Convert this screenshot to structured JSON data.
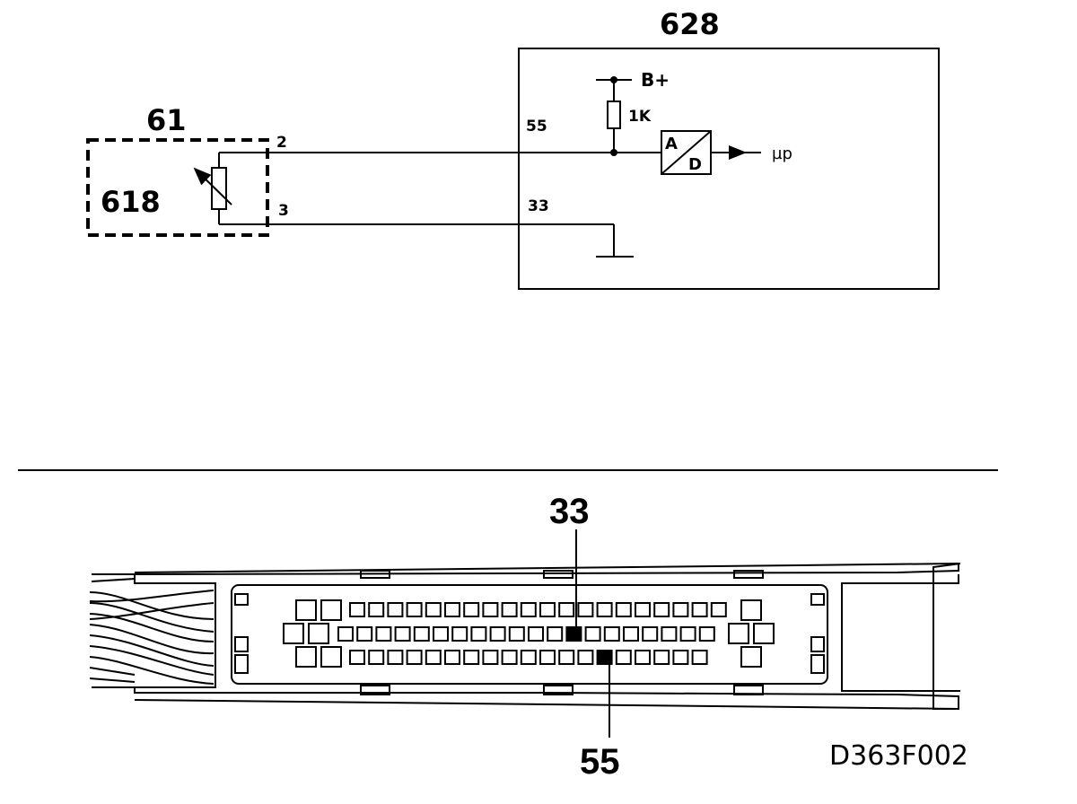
{
  "schematic": {
    "ecu_label": "628",
    "sensor_box_label": "61",
    "sensor_label": "618",
    "sensor_pin_top": "2",
    "sensor_pin_bottom": "3",
    "ecu_pin_top": "55",
    "ecu_pin_bottom": "33",
    "supply_label": "B+",
    "resistor_label": "1K",
    "adc_top": "A",
    "adc_bottom": "D",
    "output_label": "µp"
  },
  "connector": {
    "callout_top": "33",
    "callout_bottom": "55"
  },
  "figure_code": "D363F002"
}
